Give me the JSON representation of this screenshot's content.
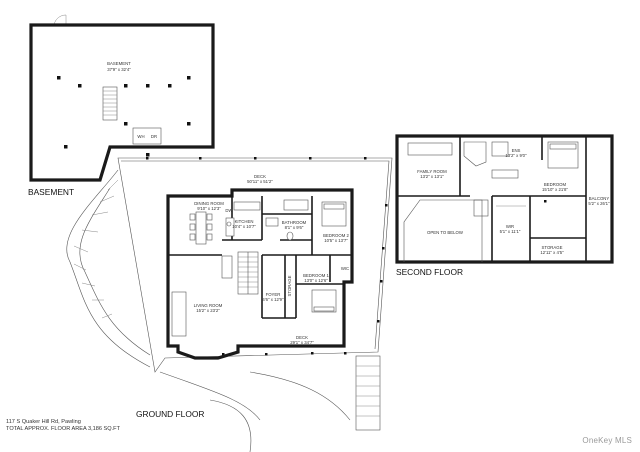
{
  "floors": {
    "basement": "BASEMENT",
    "ground": "GROUND FLOOR",
    "second": "SECOND FLOOR"
  },
  "rooms": {
    "basement": {
      "name": "BASEMENT",
      "dims": "37'9\" x 32'4\""
    },
    "wh": "WH",
    "dr": "DR",
    "deck_top": {
      "name": "DECK",
      "dims": "50'11\" x 51'2\""
    },
    "dining": {
      "name": "DINING ROOM",
      "dims": "9'10\" x 12'3\""
    },
    "dw": "DW",
    "kitchen": {
      "name": "KITCHEN",
      "dims": "10'4\" x 10'7\""
    },
    "bathroom": {
      "name": "BATHROOM",
      "dims": "8'1\" x 9'6\""
    },
    "bedroom2": {
      "name": "BEDROOM 2",
      "dims": "10'5\" x 13'7\""
    },
    "wic1": "WIC",
    "foyer": {
      "name": "FOYER",
      "dims": "4'6\" x 12'9\""
    },
    "storage_ground": "STORAGE",
    "bedroom1": {
      "name": "BEDROOM 1",
      "dims": "13'0\" x 12'6\""
    },
    "living": {
      "name": "LIVING ROOM",
      "dims": "15'2\" x 23'2\""
    },
    "deck_bottom": {
      "name": "DECK",
      "dims": "29'1\" x 34'7\""
    },
    "family": {
      "name": "FAMILY ROOM",
      "dims": "13'2\" x 13'1\""
    },
    "ens": {
      "name": "ENS",
      "dims": "13'2\" x 9'0\""
    },
    "bedroom": {
      "name": "BEDROOM",
      "dims": "15'10\" x 21'8\""
    },
    "balcony": {
      "name": "BALCONY",
      "dims": "5'2\" x 26'1\""
    },
    "open_below": "OPEN TO BELOW",
    "wir": {
      "name": "WIR",
      "dims": "5'1\" x 11'1\""
    },
    "storage_second": {
      "name": "STORAGE",
      "dims": "12'11\" x 4'5\""
    }
  },
  "address": "117 S Quaker Hill Rd, Pawling",
  "total_area": "TOTAL APPROX. FLOOR AREA 3,186 SQ.FT",
  "watermark": "OneKey MLS"
}
